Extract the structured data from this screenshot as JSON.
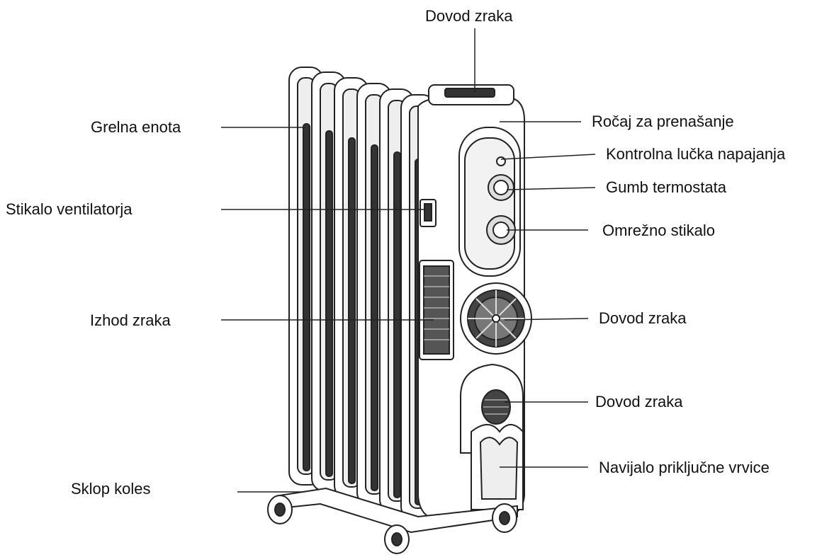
{
  "labels": {
    "top_air_intake": "Dovod zraka",
    "heating_unit": "Grelna enota",
    "fan_switch": "Stikalo ventilatorja",
    "air_outlet": "Izhod zraka",
    "wheel_assembly": "Sklop koles",
    "carry_handle": "Ročaj za prenašanje",
    "power_indicator": "Kontrolna lučka napajanja",
    "thermostat_knob": "Gumb termostata",
    "power_switch": "Omrežno stikalo",
    "fan_air_intake": "Dovod zraka",
    "lower_air_intake": "Dovod zraka",
    "cord_winder": "Navijalo priključne vrvice"
  },
  "colors": {
    "stroke": "#222222",
    "fill": "#ffffff",
    "dark": "#333333"
  }
}
